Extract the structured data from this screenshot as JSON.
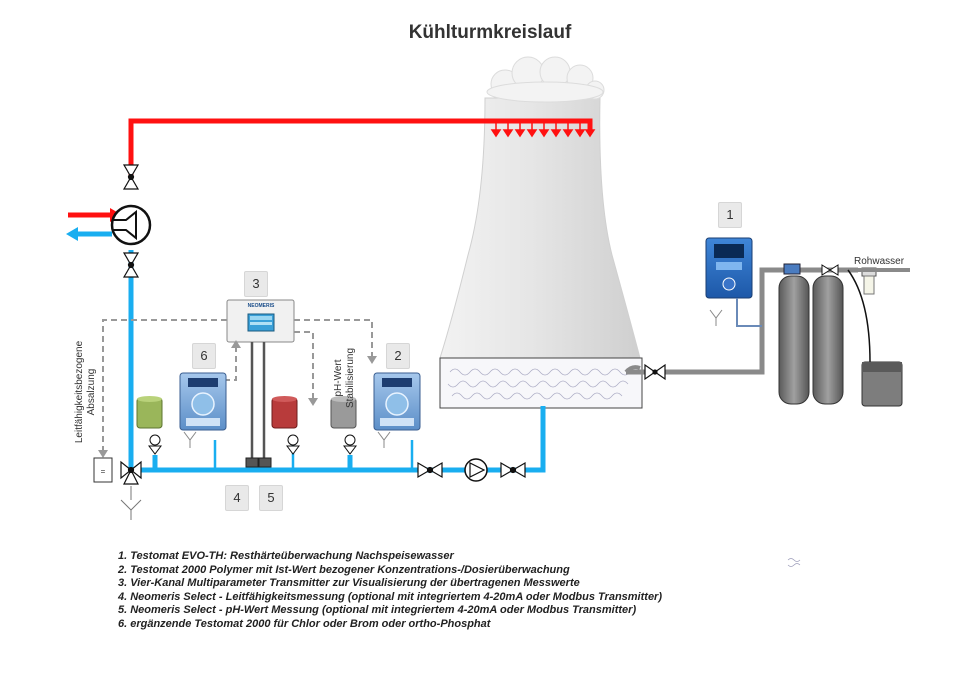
{
  "title": "Kühlturmkreislauf",
  "markers": {
    "m1": "1",
    "m2": "2",
    "m3": "3",
    "m4": "4",
    "m5": "5",
    "m6": "6"
  },
  "labels": {
    "rohwasser": "Rohwasser",
    "ph_line1": "pH-Wert",
    "ph_line2": "Stabilisierung",
    "absalz_line1": "Leitfähigkeitsbezogene",
    "absalz_line2": "Absalzung",
    "transmitter_brand": "NEOMERIS"
  },
  "legend": [
    "1. Testomat EVO-TH: Resthärteüberwachung Nachspeisewasser",
    "2. Testomat 2000 Polymer mit Ist-Wert bezogener Konzentrations-/Dosierüberwachung",
    "3. Vier-Kanal Multiparameter Transmitter zur Visualisierung der übertragenen Messwerte",
    "4. Neomeris Select - Leitfähigkeitsmessung (optional mit integriertem 4-20mA oder Modbus Transmitter)",
    "5. Neomeris Select - pH-Wert Messung (optional mit integriertem 4-20mA oder Modbus Transmitter)",
    "6. ergänzende Testomat 2000 für Chlor oder Brom oder ortho-Phosphat"
  ],
  "colors": {
    "hot_pipe": "#ff1111",
    "cold_pipe": "#19aef0",
    "signal_line": "#999999",
    "tower": "#dcdcdc",
    "tank_green": "#9ab65a",
    "tank_red": "#b83b3b",
    "tank_grey": "#9a9a9a"
  }
}
